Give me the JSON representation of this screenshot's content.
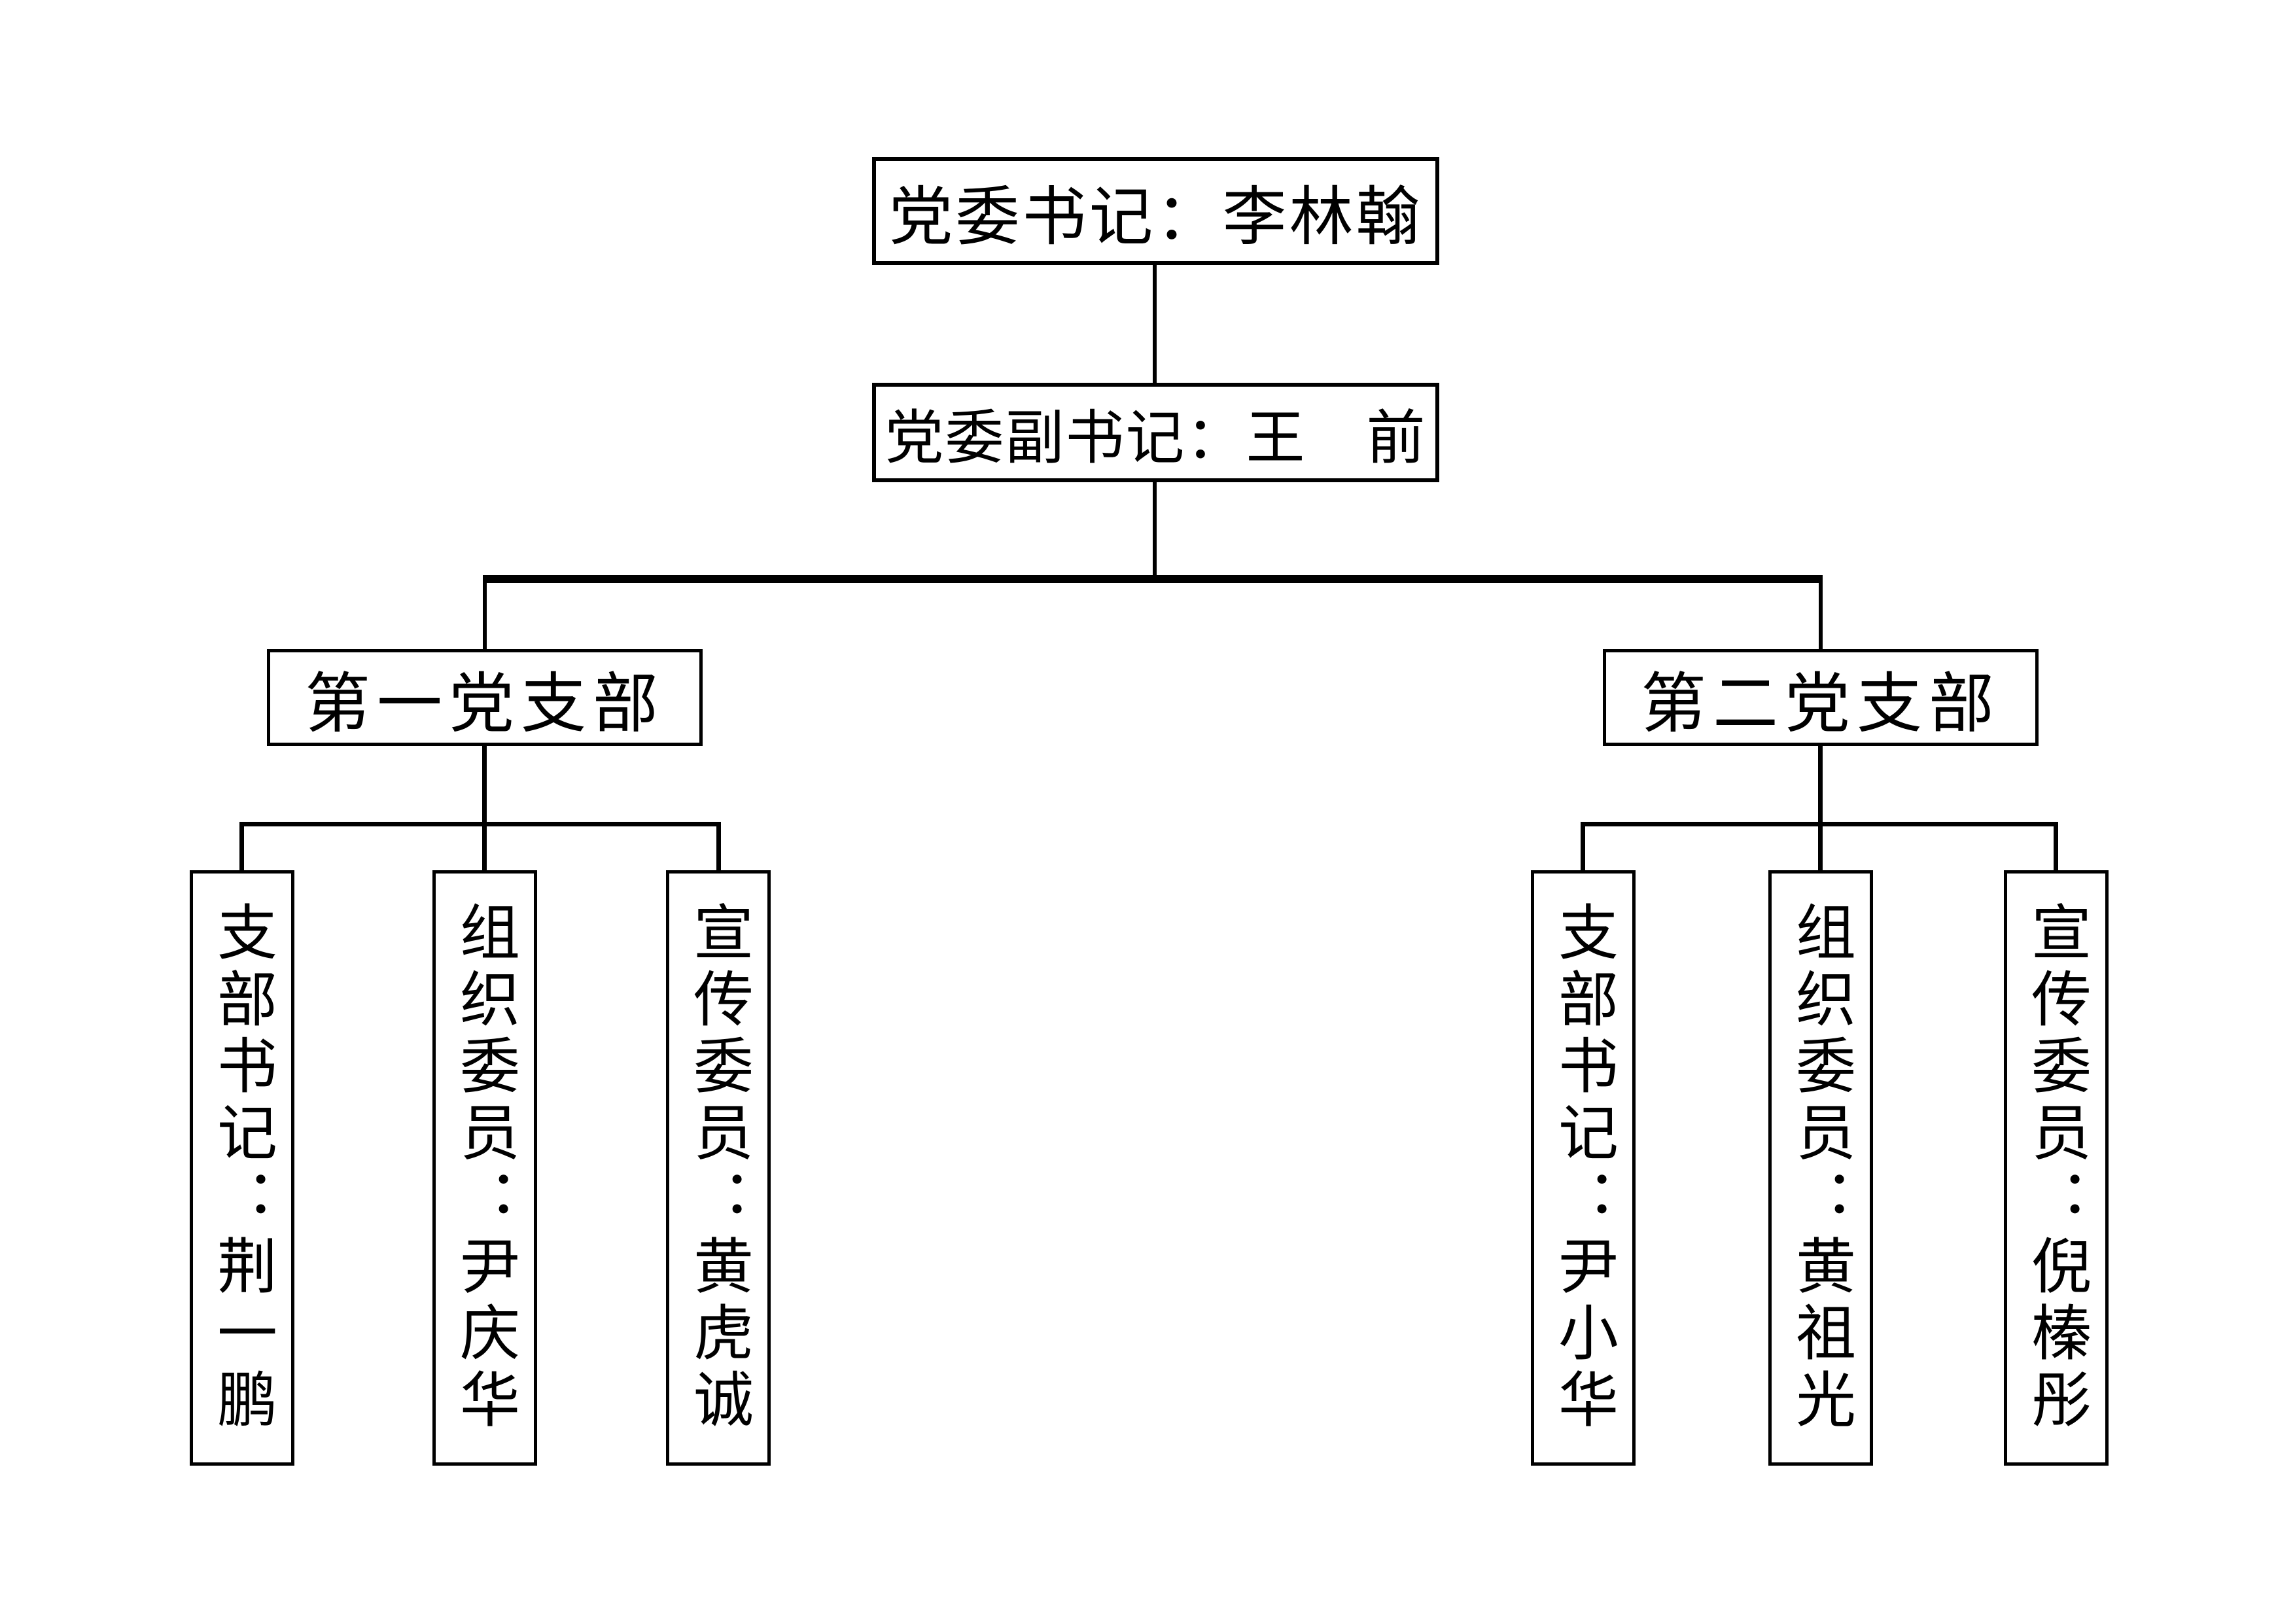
{
  "org_chart": {
    "root": {
      "label": "党委书记：李林翰",
      "role": "党委书记",
      "name": "李林翰"
    },
    "deputy": {
      "label": "党委副书记：王　前",
      "role": "党委副书记",
      "name": "王　前"
    },
    "branches": [
      {
        "label": "第一党支部",
        "members": [
          {
            "label": "支部书记：荆一鹏",
            "role": "支部书记",
            "name": "荆一鹏"
          },
          {
            "label": "组织委员：尹庆华",
            "role": "组织委员",
            "name": "尹庆华"
          },
          {
            "label": "宣传委员：黄虎诚",
            "role": "宣传委员",
            "name": "黄虎诚"
          }
        ]
      },
      {
        "label": "第二党支部",
        "members": [
          {
            "label": "支部书记：尹小华",
            "role": "支部书记",
            "name": "尹小华"
          },
          {
            "label": "组织委员：黄祖光",
            "role": "组织委员",
            "name": "黄祖光"
          },
          {
            "label": "宣传委员：倪榛彤",
            "role": "宣传委员",
            "name": "倪榛彤"
          }
        ]
      }
    ],
    "colors": {
      "background": "#ffffff",
      "box_border": "#000000",
      "text": "#000000",
      "line": "#000000"
    }
  }
}
